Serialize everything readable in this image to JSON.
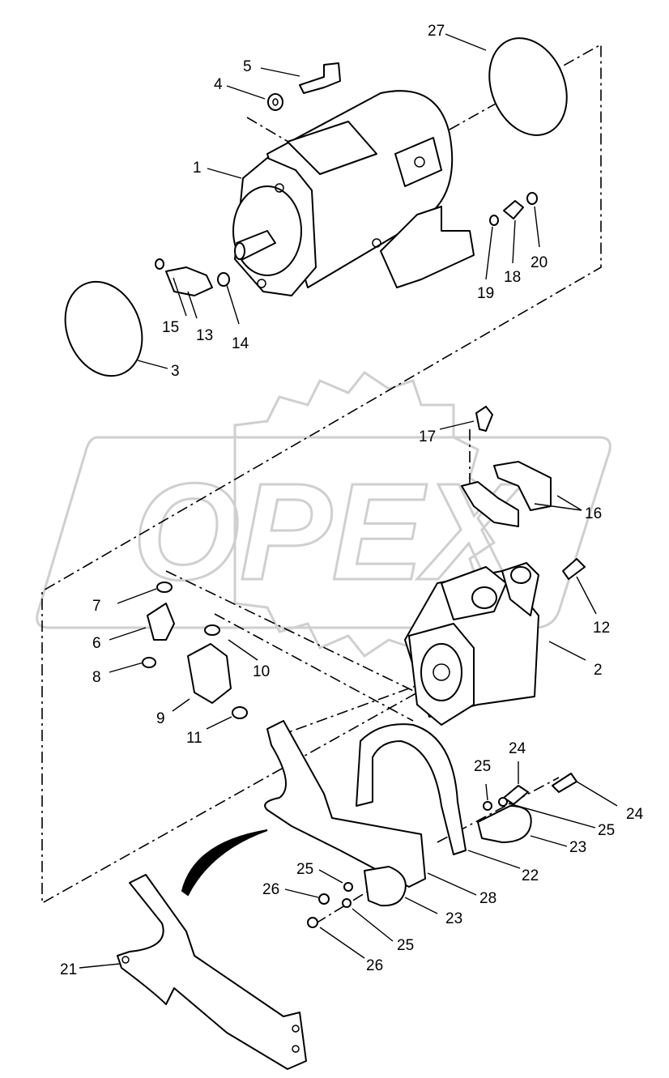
{
  "watermark": {
    "text": "OPEX"
  },
  "corner_mark": "",
  "callouts": [
    "1",
    "2",
    "3",
    "4",
    "5",
    "6",
    "7",
    "8",
    "9",
    "10",
    "11",
    "12",
    "13",
    "14",
    "15",
    "16",
    "17",
    "18",
    "19",
    "20",
    "21",
    "22",
    "23",
    "23",
    "24",
    "24",
    "25",
    "25",
    "25",
    "25",
    "26",
    "26",
    "27",
    "28"
  ]
}
